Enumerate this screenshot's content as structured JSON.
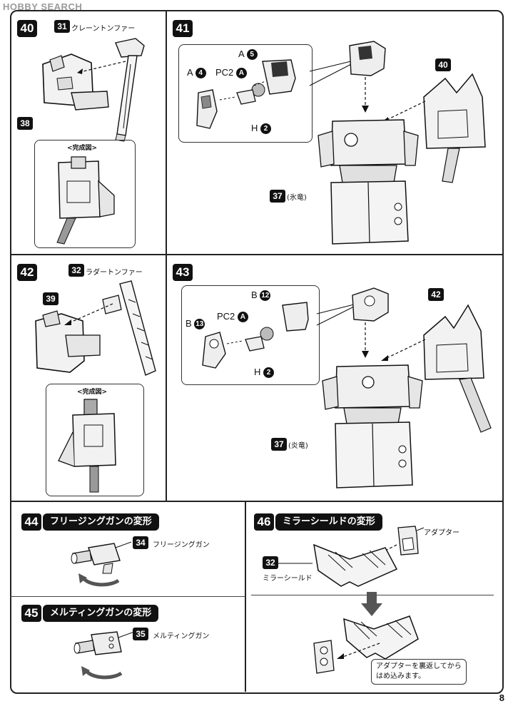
{
  "watermark": "HOBBY SEARCH",
  "page_number": "8",
  "steps": {
    "s40": {
      "number": "40",
      "part_number": "31",
      "part_name": "クレーントンファー",
      "base_part": "38",
      "completed_label": "<完成図>"
    },
    "s41": {
      "number": "41",
      "parts": [
        {
          "runner": "A",
          "num": "5"
        },
        {
          "runner": "A",
          "num": "4"
        },
        {
          "runner": "PC2",
          "num": "A"
        },
        {
          "runner": "H",
          "num": "2"
        }
      ],
      "sub_ref": "40",
      "body_ref": "37",
      "body_note": "(氷竜)"
    },
    "s42": {
      "number": "42",
      "part_number": "32",
      "part_name": "ラダートンファー",
      "base_part": "39",
      "completed_label": "<完成図>"
    },
    "s43": {
      "number": "43",
      "parts": [
        {
          "runner": "B",
          "num": "12"
        },
        {
          "runner": "B",
          "num": "13"
        },
        {
          "runner": "PC2",
          "num": "A"
        },
        {
          "runner": "H",
          "num": "2"
        }
      ],
      "sub_ref": "42",
      "body_ref": "37",
      "body_note": "(炎竜)"
    },
    "s44": {
      "number": "44",
      "title": "フリージングガンの変形",
      "part_number": "34",
      "part_name": "フリージングガン"
    },
    "s45": {
      "number": "45",
      "title": "メルティングガンの変形",
      "part_number": "35",
      "part_name": "メルティングガン"
    },
    "s46": {
      "number": "46",
      "title": "ミラーシールドの変形",
      "adapter_label": "アダプター",
      "part_number": "32",
      "part_name": "ミラーシールド",
      "note_line1": "アダプターを裏返してから",
      "note_line2": "はめ込みます。"
    }
  }
}
